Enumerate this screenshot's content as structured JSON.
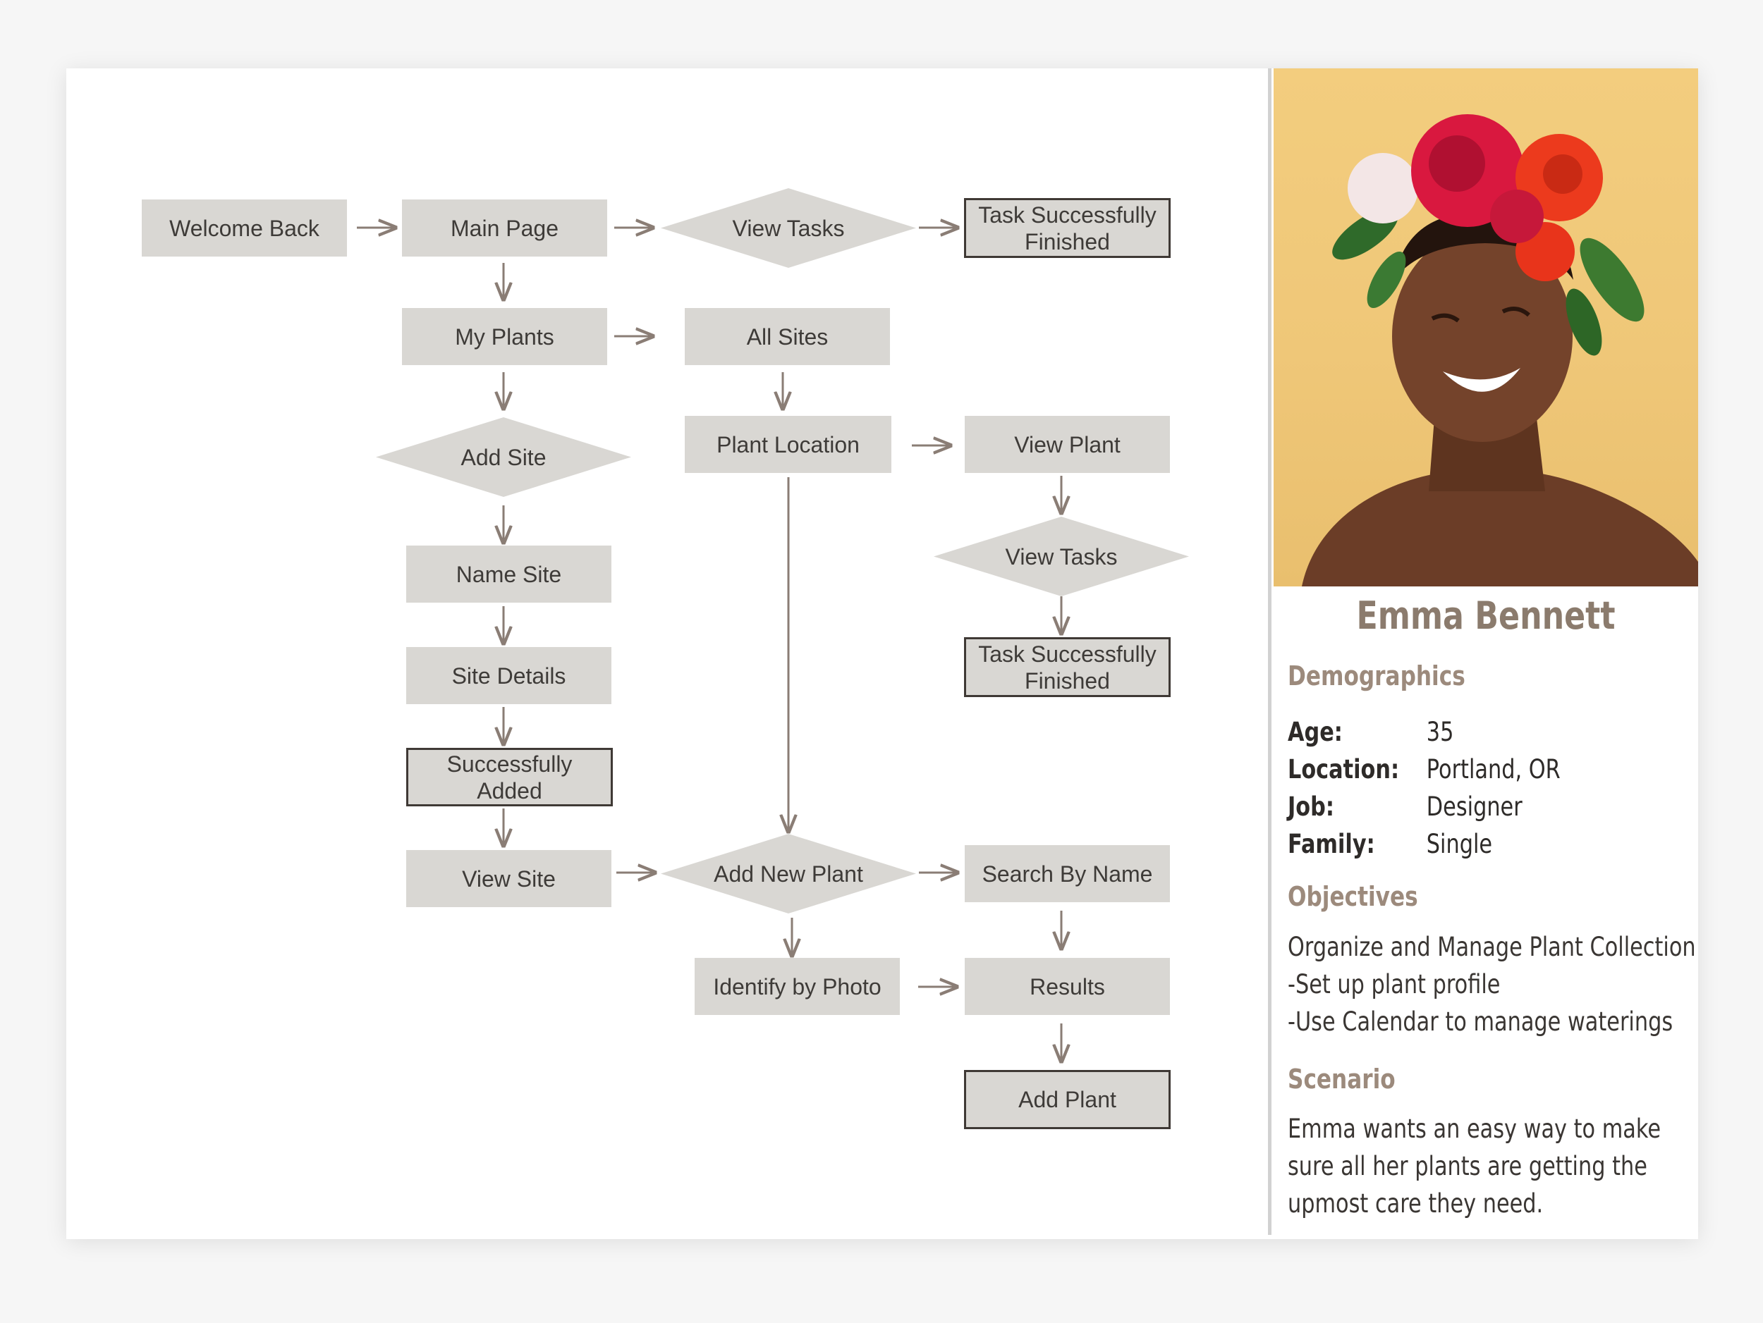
{
  "flow": {
    "welcome_back": "Welcome Back",
    "main_page": "Main Page",
    "view_tasks_top": "View Tasks",
    "task_finished_top": "Task Successfully Finished",
    "my_plants": "My Plants",
    "all_sites": "All Sites",
    "add_site": "Add Site",
    "plant_location": "Plant Location",
    "view_plant": "View Plant",
    "name_site": "Name Site",
    "view_tasks_mid": "View Tasks",
    "task_finished_mid": "Task Successfully Finished",
    "site_details": "Site Details",
    "successfully_added": "Successfully Added",
    "view_site": "View Site",
    "add_new_plant": "Add New Plant",
    "search_by_name": "Search By Name",
    "identify_by_photo": "Identify by Photo",
    "results": "Results",
    "add_plant": "Add Plant"
  },
  "persona": {
    "name": "Emma Bennett",
    "demographics_title": "Demographics",
    "demographics": [
      {
        "key": "Age:",
        "value": "35"
      },
      {
        "key": "Location:",
        "value": "Portland, OR"
      },
      {
        "key": "Job:",
        "value": "Designer"
      },
      {
        "key": "Family:",
        "value": "Single"
      }
    ],
    "objectives_title": "Objectives",
    "objectives": [
      "Organize and Manage Plant Collection",
      "-Set up plant profile",
      "-Use Calendar to manage waterings"
    ],
    "scenario_title": "Scenario",
    "scenario": [
      "Emma wants an easy way to make",
      "sure all her plants are getting the",
      "upmost care they need."
    ]
  },
  "colors": {
    "node_fill": "#d9d7d3",
    "arrow": "#8a7d75",
    "accent_text": "#9c8a7c"
  }
}
